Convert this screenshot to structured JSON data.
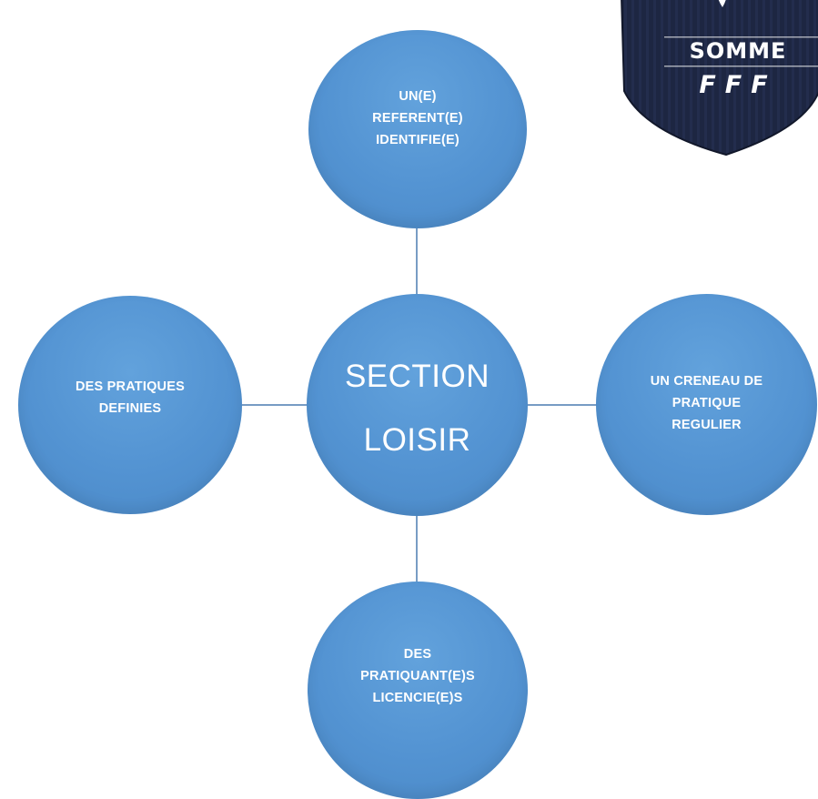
{
  "diagram": {
    "center": {
      "line1": "SECTION",
      "line2": "LOISIR"
    },
    "top": {
      "text": "UN(E)\nREFERENT(E)\nIDENTIFIE(E)"
    },
    "left": {
      "text": "DES PRATIQUES\nDEFINIES"
    },
    "right": {
      "text": "UN CRENEAU DE\nPRATIQUE\nREGULIER"
    },
    "bottom": {
      "text": "DES\nPRATIQUANT(E)S\nLICENCIE(E)S"
    }
  },
  "logo": {
    "line1": "SOMME",
    "line2": "FFF"
  },
  "colors": {
    "node_fill": "#5b9bd5",
    "connector": "#4a7cb0",
    "logo_bg": "#1c2541"
  }
}
